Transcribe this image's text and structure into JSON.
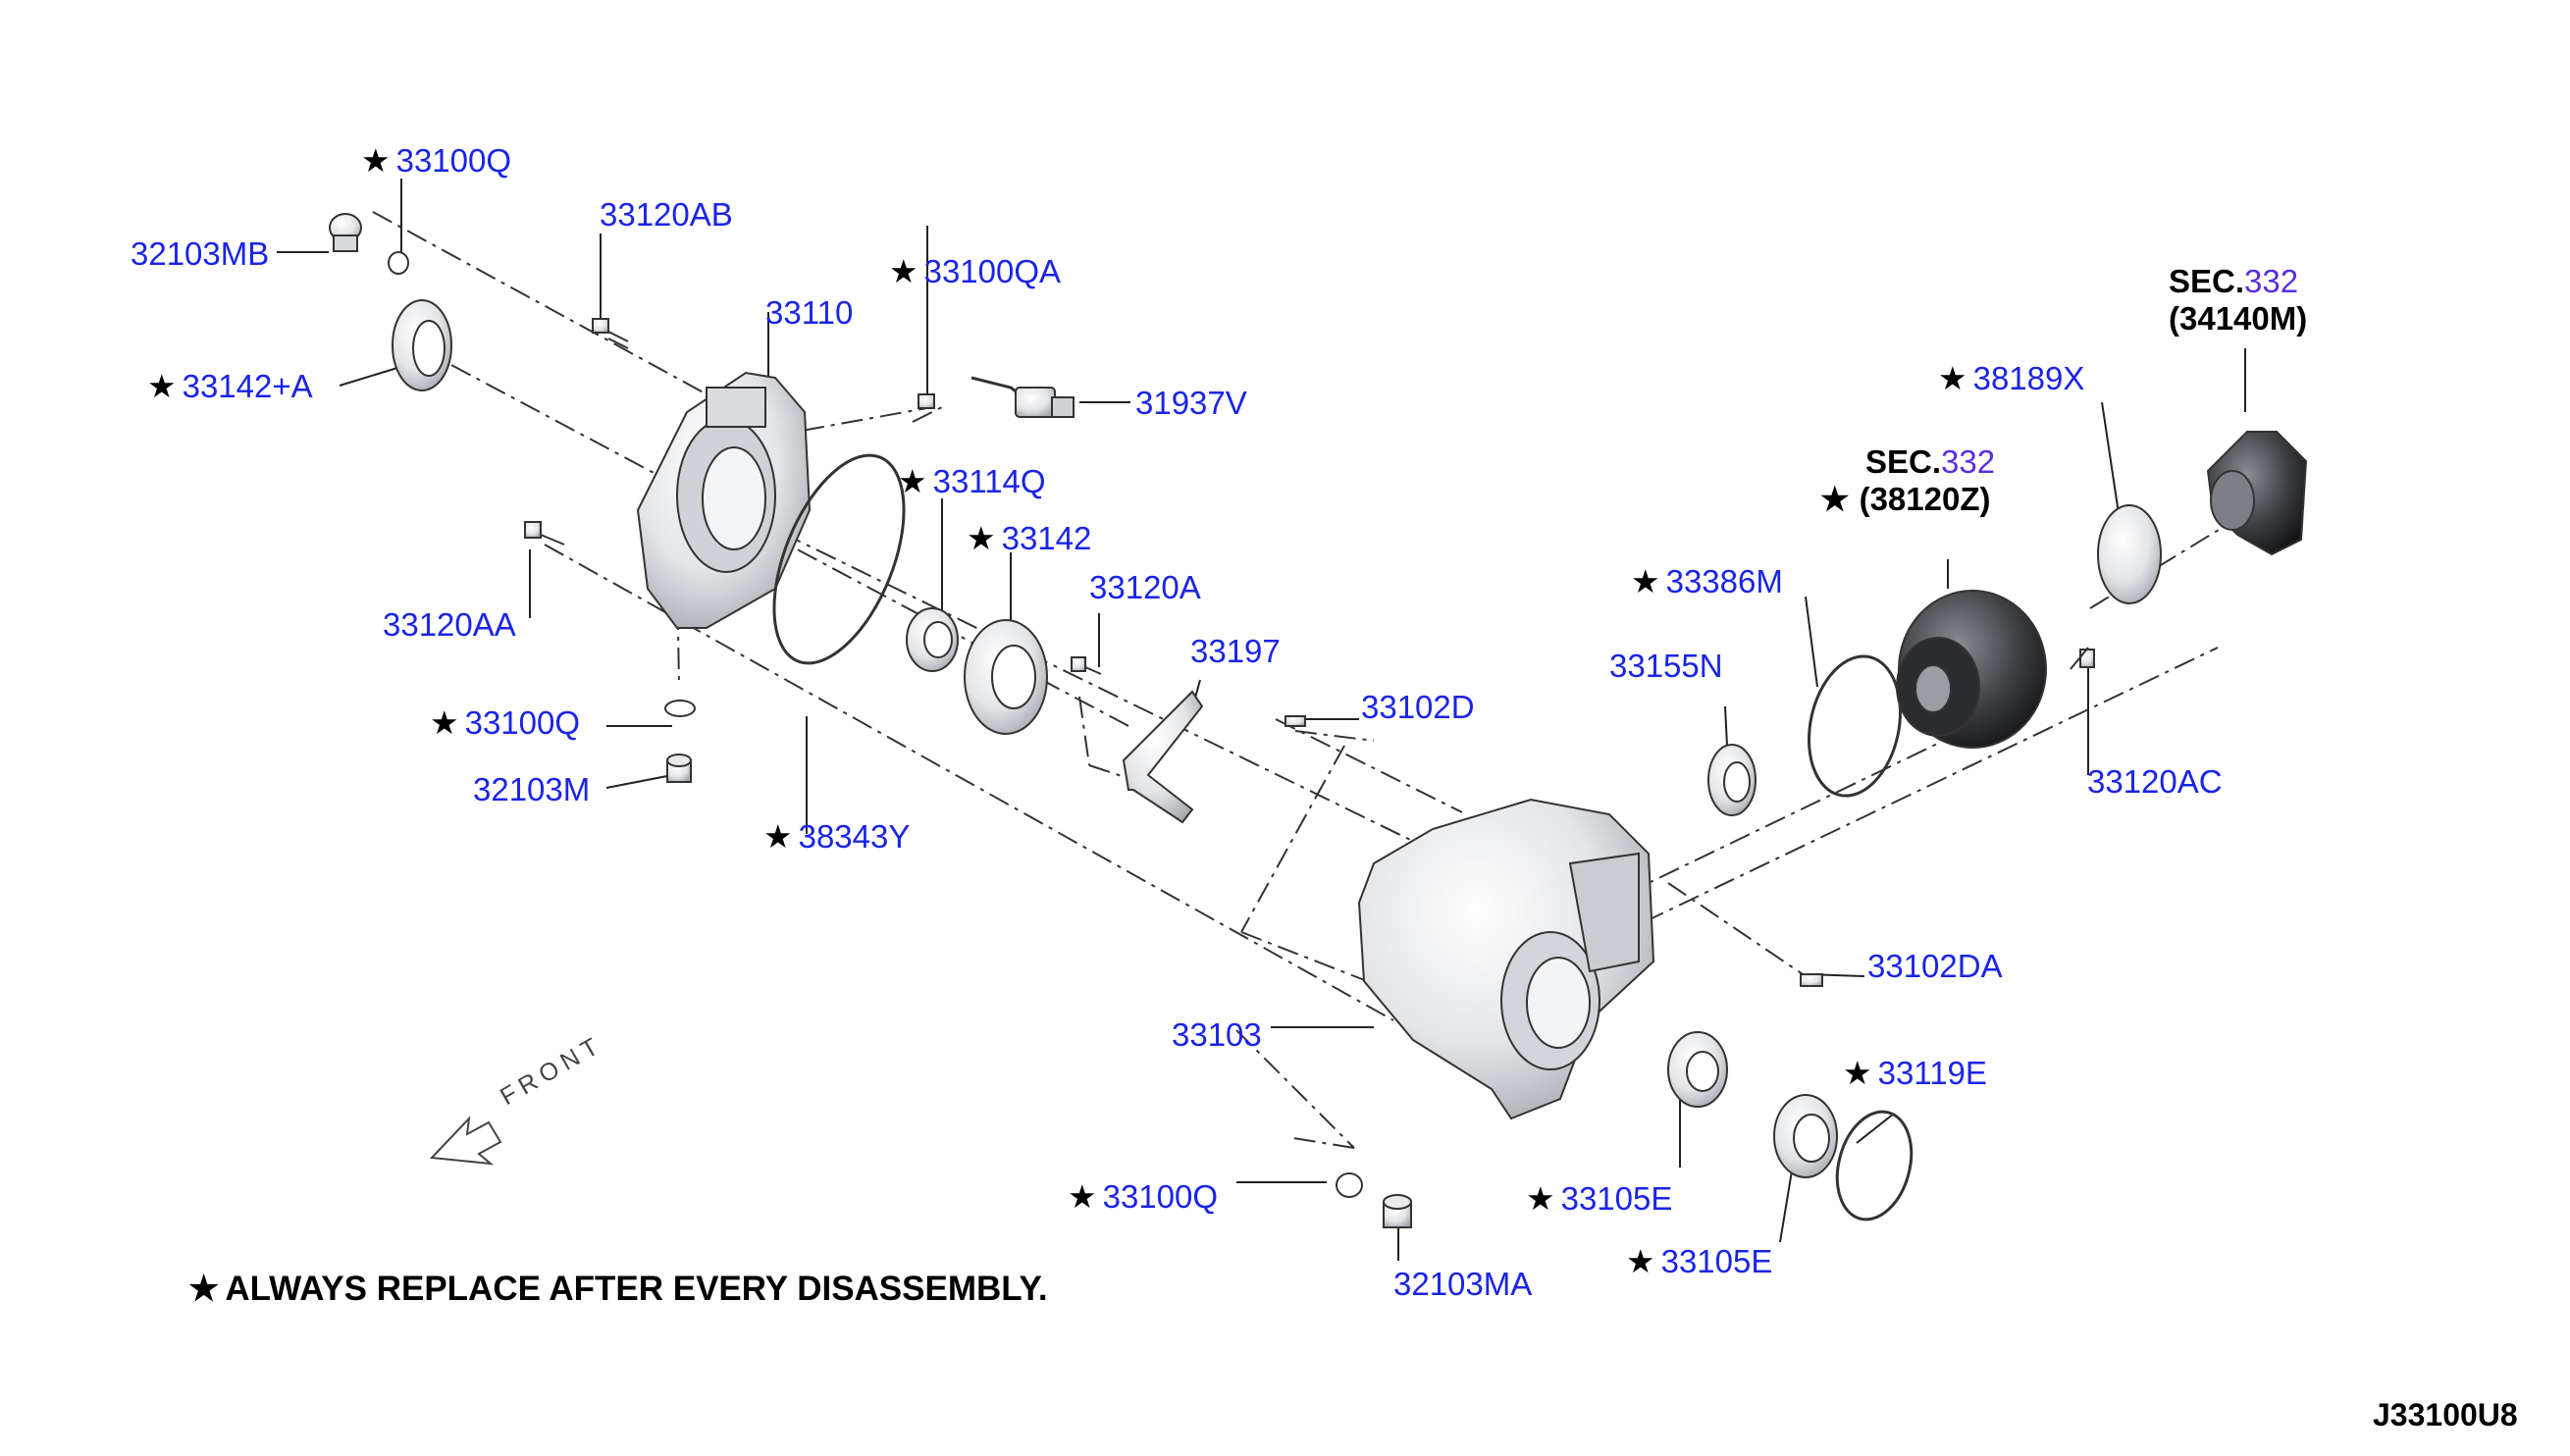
{
  "labels": [
    {
      "id": "33100q-top",
      "part": "33100Q",
      "star": true
    },
    {
      "id": "32103mb",
      "part": "32103MB",
      "star": false
    },
    {
      "id": "33120ab",
      "part": "33120AB",
      "star": false
    },
    {
      "id": "33110",
      "part": "33110",
      "star": false
    },
    {
      "id": "33100qa",
      "part": "33100QA",
      "star": true
    },
    {
      "id": "33142a",
      "part": "33142+A",
      "star": true
    },
    {
      "id": "31937v",
      "part": "31937V",
      "star": false
    },
    {
      "id": "33114q",
      "part": "33114Q",
      "star": true
    },
    {
      "id": "33142",
      "part": "33142",
      "star": true
    },
    {
      "id": "33120aa",
      "part": "33120AA",
      "star": false
    },
    {
      "id": "33120a",
      "part": "33120A",
      "star": false
    },
    {
      "id": "33197",
      "part": "33197",
      "star": false
    },
    {
      "id": "33100q-mid",
      "part": "33100Q",
      "star": true
    },
    {
      "id": "32103m",
      "part": "32103M",
      "star": false
    },
    {
      "id": "38343y",
      "part": "38343Y",
      "star": true
    },
    {
      "id": "33102d",
      "part": "33102D",
      "star": false
    },
    {
      "id": "38189x",
      "part": "38189X",
      "star": true
    },
    {
      "id": "33386m",
      "part": "33386M",
      "star": true
    },
    {
      "id": "33155n",
      "part": "33155N",
      "star": false
    },
    {
      "id": "33120ac",
      "part": "33120AC",
      "star": false
    },
    {
      "id": "33102da",
      "part": "33102DA",
      "star": false
    },
    {
      "id": "33103",
      "part": "33103",
      "star": false
    },
    {
      "id": "33119e",
      "part": "33119E",
      "star": true
    },
    {
      "id": "33100q-bot",
      "part": "33100Q",
      "star": true
    },
    {
      "id": "33105e-a",
      "part": "33105E",
      "star": true
    },
    {
      "id": "33105e-b",
      "part": "33105E",
      "star": true
    },
    {
      "id": "32103ma",
      "part": "32103MA",
      "star": false
    }
  ],
  "sections": [
    {
      "id": "sec-34140m",
      "prefix": "SEC.",
      "num": "332",
      "code": "(34140M)",
      "star": false
    },
    {
      "id": "sec-38120z",
      "prefix": "SEC.",
      "num": "332",
      "code": "(38120Z)",
      "star": true
    }
  ],
  "star_symbol": "★",
  "front_label": "FRONT",
  "note": "ALWAYS REPLACE AFTER EVERY DISASSEMBLY.",
  "diagram_code": "J33100U8",
  "colors": {
    "label": "#1a24e8",
    "section_number": "#5b2ee0",
    "line": "#222222",
    "part_fill": "#e4e6e8"
  }
}
